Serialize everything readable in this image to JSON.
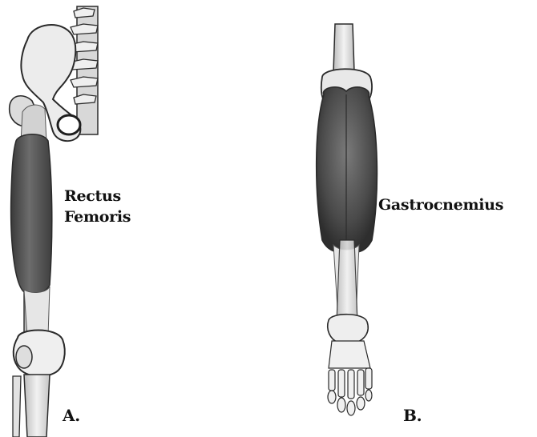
{
  "panel_a": {
    "muscle_label_line1": "Rectus",
    "muscle_label_line2": "Femoris",
    "panel_letter": "A."
  },
  "panel_b": {
    "muscle_label": "Gastrocnemius",
    "panel_letter": "B."
  },
  "colors": {
    "bone": "#e4e4e4",
    "bone_outline": "#2a2a2a",
    "muscle": "#6e6e6e",
    "muscle_dark": "#3c3c3c",
    "label": "#111111"
  }
}
